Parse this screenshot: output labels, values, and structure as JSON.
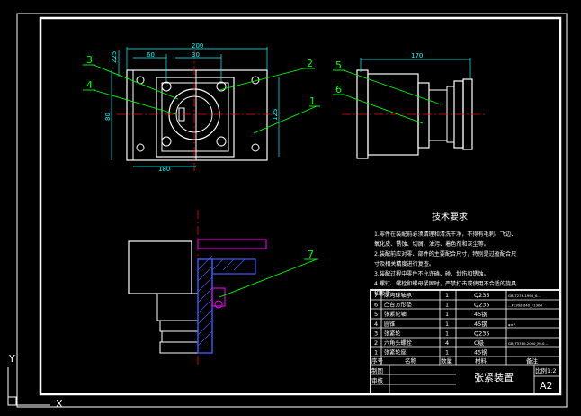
{
  "drawing": {
    "title_label": "张紧装置",
    "scale": "比例1:2",
    "sheet": "A2"
  },
  "top_view": {
    "dims": {
      "overall_width": "200",
      "inner_width": "60",
      "inner_gap": "30",
      "height_left_a": "225",
      "height_left_b": "80",
      "height_right": "125",
      "bottom_width": "180"
    }
  },
  "side_view": {
    "dims": {
      "length": "170"
    }
  },
  "callouts": [
    "1",
    "2",
    "3",
    "4",
    "5",
    "6",
    "7"
  ],
  "tech_requirements": {
    "title": "技术要求",
    "lines": [
      "1.零件在装配前必须清理和清洗干净，不得有毛刺、飞边、",
      "氧化皮、锈蚀、切屑、油污、着色剂和灰尘等。",
      "2.装配前应对零、部件的主要配合尺寸，特别是过盈配合尺",
      "寸及相关精度进行复查。",
      "3.装配过程中零件不允许磕、碰、划伤和锈蚀。",
      "4.螺钉、螺栓和螺母紧固时，严禁打击或使用不合适的旋具",
      "和扳手。"
    ]
  },
  "bom": {
    "rows": [
      {
        "no": "7",
        "name": "深沟球轴承",
        "qty": "1",
        "material": "Q235",
        "note": "GB_T276-1994_6..."
      },
      {
        "no": "6",
        "name": "凸台方形垫",
        "qty": "1",
        "material": "Q235",
        "note": "...F130d-d40_F130d"
      },
      {
        "no": "5",
        "name": "张紧轮轴",
        "qty": "1",
        "material": "45钢",
        "note": ""
      },
      {
        "no": "4",
        "name": "圆锥",
        "qty": "1",
        "material": "45钢",
        "note": "φ×7"
      },
      {
        "no": "3",
        "name": "张紧轮",
        "qty": "1",
        "material": "Q235",
        "note": ""
      },
      {
        "no": "2",
        "name": "六角头螺栓",
        "qty": "4",
        "material": "C级",
        "note": "GB_T5780-2000_M10..."
      },
      {
        "no": "1",
        "name": "张紧轮座",
        "qty": "1",
        "material": "45钢",
        "note": ""
      }
    ],
    "header": {
      "no": "序号",
      "name": "名称",
      "qty": "数量",
      "material": "材料",
      "note": "备注"
    },
    "sign_rows": [
      "制图",
      "审核"
    ]
  },
  "ucs": {
    "x": "X",
    "y": "Y"
  },
  "colors": {
    "frame": "#ffffff",
    "dim": "#00ffff",
    "leader": "#00ff00",
    "center": "#ff0000",
    "hidden": "#00ffff",
    "part_blue": "#3a5cff",
    "part_magenta": "#ff00ff",
    "line_white": "#ffffff"
  }
}
